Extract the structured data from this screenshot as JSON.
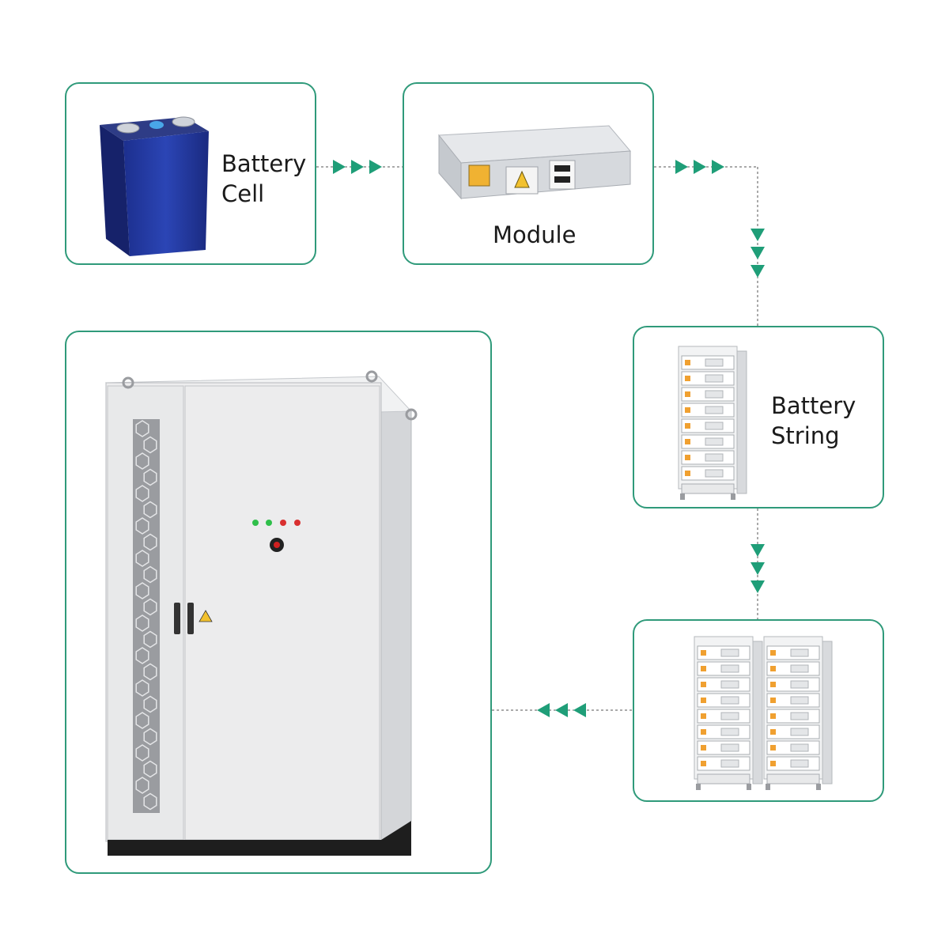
{
  "nodes": {
    "cell": {
      "label_line1": "Battery",
      "label_line2": "Cell"
    },
    "module": {
      "label": "Module"
    },
    "string": {
      "label_line1": "Battery",
      "label_line2": "String"
    },
    "rack": {
      "label": ""
    },
    "cabinet": {
      "label": ""
    }
  },
  "colors": {
    "accent": "#2f9a7a",
    "arrow": "#1f9e78",
    "connector": "#555555"
  },
  "flow_order": [
    "cell",
    "module",
    "string",
    "rack",
    "cabinet"
  ]
}
